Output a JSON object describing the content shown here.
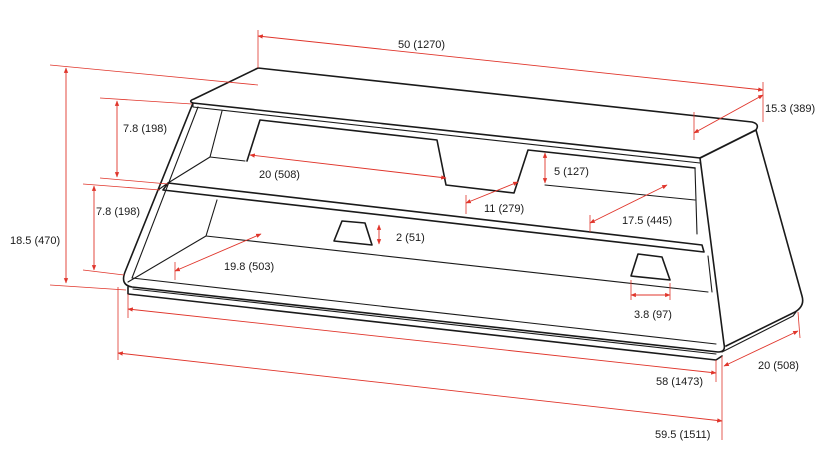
{
  "colors": {
    "outline": "#1a1a1a",
    "dimension": "#e0352b",
    "background": "#ffffff"
  },
  "dimensions": {
    "top_width": "50 (1270)",
    "top_depth": "15.3 (389)",
    "upper_shelf_height": "7.8 (198)",
    "lower_shelf_height": "7.8 (198)",
    "overall_height": "18.5 (470)",
    "upper_opening_width": "20 (508)",
    "upper_opening_height": "5 (127)",
    "center_gap": "11 (279)",
    "right_shelf_width": "17.5 (445)",
    "cable_port_height": "2 (51)",
    "lower_shelf_width": "19.8 (503)",
    "cable_port_width": "3.8 (97)",
    "base_width": "58 (1473)",
    "base_depth": "20 (508)",
    "overall_width": "59.5 (1511)"
  }
}
